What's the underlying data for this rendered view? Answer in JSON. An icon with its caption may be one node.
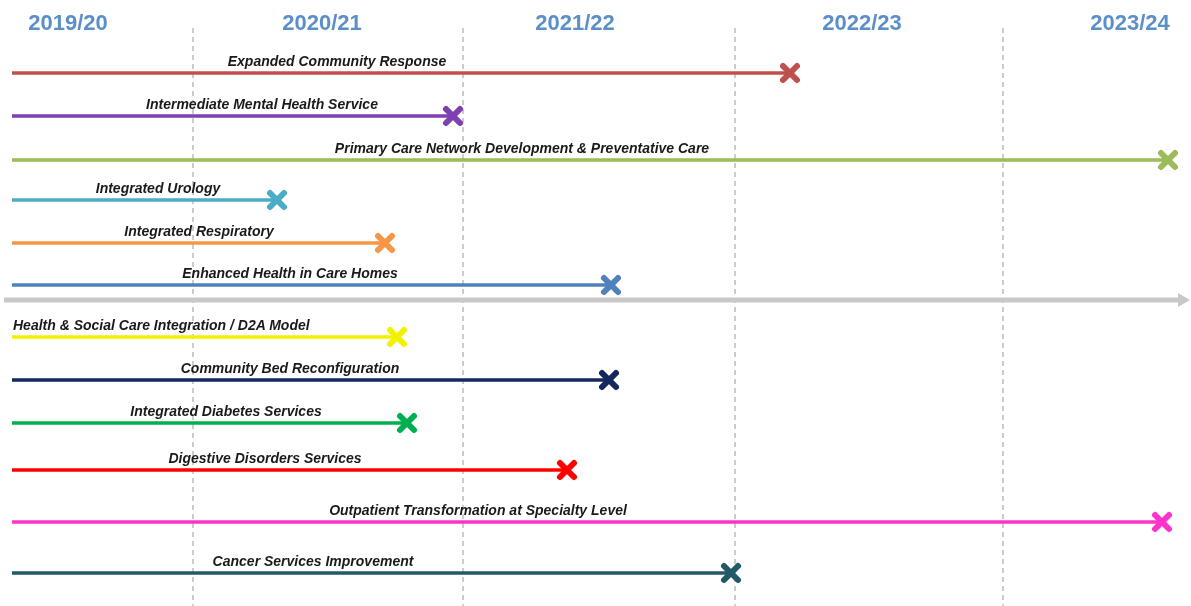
{
  "diagram": {
    "nodes": [
      {
        "text": [
          "Expanded Community Response"
        ]
      },
      {
        "text": [
          "Intermediate Mental Health Service"
        ]
      },
      {
        "text": [
          "Primary Care Network Development & Preventative Care"
        ]
      },
      {
        "text": [
          "Integrated Urology"
        ]
      },
      {
        "text": [
          "Integrated Respiratory"
        ]
      },
      {
        "text": [
          "Enhanced Health in Care Homes"
        ]
      },
      {
        "text": [
          "Health & Social Care Integration / D2A Model"
        ]
      },
      {
        "text": [
          "Community Bed Reconfiguration"
        ]
      },
      {
        "text": [
          "Integrated Diabetes Services"
        ]
      },
      {
        "text": [
          "Digestive Disorders Services"
        ]
      },
      {
        "text": [
          "Outpatient Transformation at Specialty Level"
        ]
      },
      {
        "text": [
          "Cancer Services Improvement"
        ]
      }
    ],
    "edges": [],
    "labels": [
      "2019/20",
      "2020/21",
      "2021/22",
      "2022/23",
      "2023/24"
    ]
  }
}
